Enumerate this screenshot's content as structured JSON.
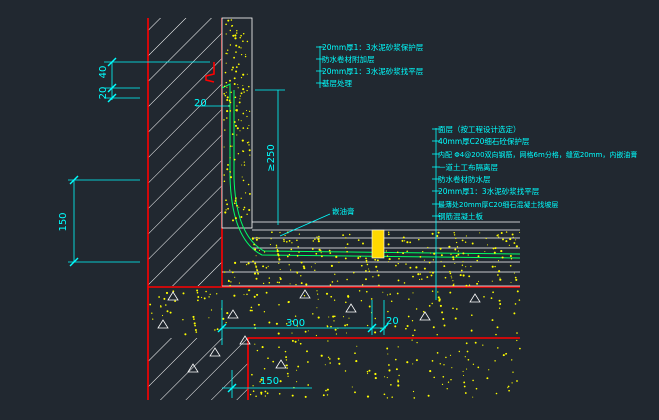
{
  "colors": {
    "background": "#212830",
    "dimension": "#00ffff",
    "wall": "#ff0000",
    "hatch": "#ffffff",
    "concrete_dots": "#ffff00",
    "membrane": "#00ff66",
    "joint_fill": "#ffd800"
  },
  "dimensions": {
    "left_top_a": "20",
    "left_top_b": "40",
    "offset": "20",
    "left_height": "150",
    "upturn": "≥250",
    "bottom_width": "300",
    "bottom_offset": "20",
    "bottom_depth": "150"
  },
  "wall_callouts": [
    "20mm厚1：3水泥砂浆保护层",
    "防水卷材附加层",
    "20mm厚1：3水泥砂浆找平层",
    "基层处理"
  ],
  "floor_callouts": [
    "面层（按工程设计选定）",
    "40mm厚C20细石砼保护层",
    "内配 Φ4@200双向钢筋，网格6m分格，缝宽20mm，内嵌油膏",
    "一道土工布隔离层",
    "防水卷材防水层",
    "20mm厚1：3水泥砂浆找平层",
    "最薄处20mm厚C20细石混凝土找坡层",
    "钢筋混凝土板"
  ],
  "joint_callout": "嵌油膏"
}
